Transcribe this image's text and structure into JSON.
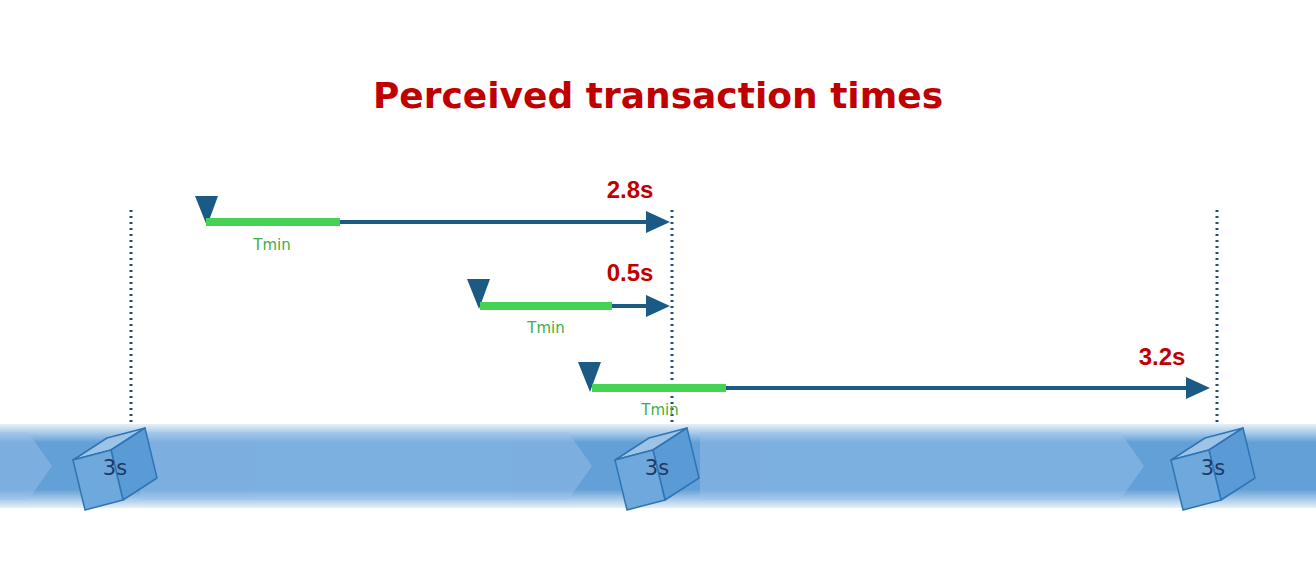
{
  "diagram": {
    "title": "Perceived transaction times",
    "nodes": [
      {
        "text": [
          "3s"
        ]
      },
      {
        "text": [
          "3s"
        ]
      },
      {
        "text": [
          "3s"
        ]
      }
    ],
    "labels": [
      "2.8s",
      "Tmin",
      "0.5s",
      "Tmin",
      "3.2s",
      "Tmin"
    ]
  }
}
